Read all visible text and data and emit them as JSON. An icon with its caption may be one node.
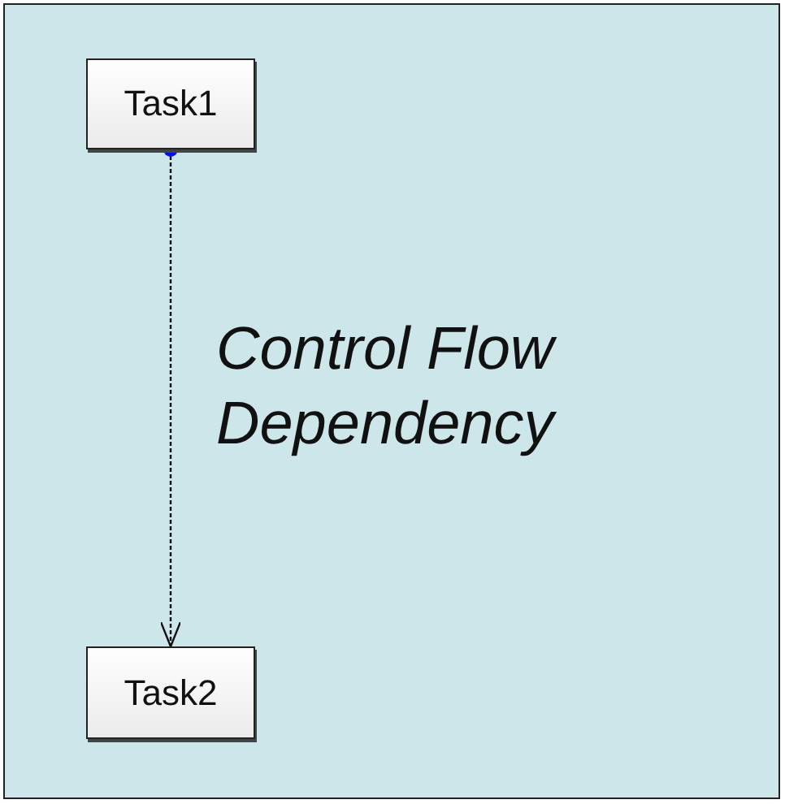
{
  "diagram": {
    "nodes": [
      {
        "text": [
          "Task1"
        ]
      },
      {
        "text": [
          "Task2"
        ]
      }
    ],
    "edges": [
      {
        "from": 0,
        "to": 1,
        "arrow": "to",
        "style": "dashed",
        "label": "Control Flow Dependency"
      }
    ]
  }
}
